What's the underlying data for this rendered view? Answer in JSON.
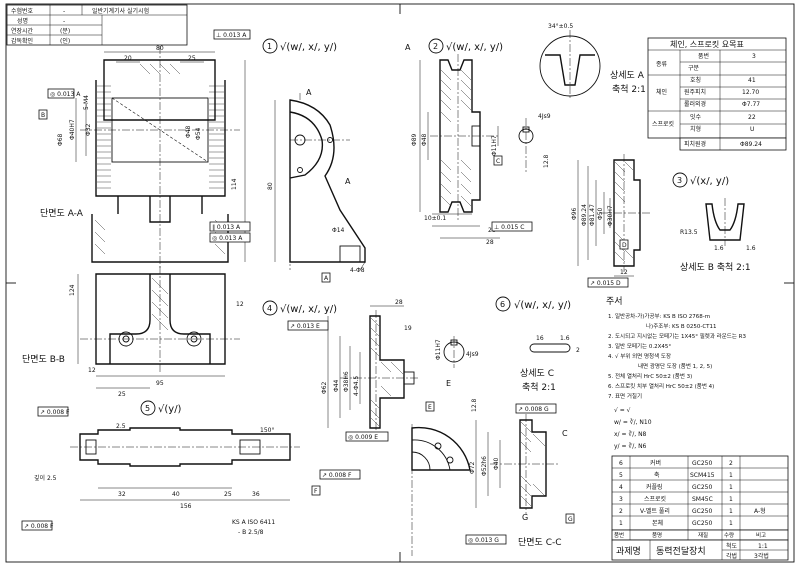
{
  "info_table": [
    {
      "label": "수험번호",
      "value": "-",
      "title": "일반기계기사 실기시험"
    },
    {
      "label": "성명",
      "value": "-"
    },
    {
      "label": "연장시간",
      "value": "(분)"
    },
    {
      "label": "감독확인",
      "value": "(인)"
    }
  ],
  "balloons": {
    "b1": "1",
    "b2": "2",
    "b3": "3",
    "b4": "4",
    "b5": "5",
    "b6": "6"
  },
  "finish_marks": {
    "m1": "√(w/, x/, y/)",
    "m2": "√(w/, x/, y/)",
    "m3": "√(x/, y/)",
    "m4": "√(w/, x/, y/)",
    "m5": "√(y/)",
    "m6": "√(w/, x/, y/)"
  },
  "section_labels": {
    "aa": "단면도 A-A",
    "bb": "단면도 B-B",
    "cc": "단면도 C-C",
    "detail_a": "상세도 A",
    "detail_a_scale": "축척 2:1",
    "detail_b": "상세도 B 축척 2:1",
    "detail_c": "상세도 C",
    "detail_c_scale": "축척 2:1"
  },
  "view_letters": {
    "a": "A",
    "b": "B",
    "c": "C",
    "d": "D",
    "e": "E",
    "f": "F",
    "g": "G"
  },
  "sprocket_table": {
    "title": "체인, 스프로킷 요목표",
    "r1": {
      "a": "종류",
      "b": "구분",
      "c": "품번",
      "d": "3"
    },
    "r2": {
      "a": "체인",
      "b": "호칭",
      "d": "41"
    },
    "r3": {
      "b": "원주피치",
      "d": "12.70"
    },
    "r4": {
      "b": "롤러외경",
      "d": "Φ7.77"
    },
    "r5": {
      "a": "스프로킷",
      "b": "잇수",
      "d": "22"
    },
    "r6": {
      "b": "치형",
      "d": "U"
    },
    "r7": {
      "b": "피치원경",
      "d": "Φ89.24"
    }
  },
  "notes": {
    "title": "주서",
    "n1": "1. 일반공차-가)가공부: KS B ISO 2768-m",
    "n2": "나)주조부: KS B 0250-CT11",
    "n3": "2. 도시되고 지시없는 모떼기는 1X45° 필렛과 라운드는 R3",
    "n4": "3. 일반 모떼기는 0.2X45°",
    "n5": "4. √ 부위 외면 명청색 도장",
    "n6": "내면 광명단 도장 (품번 1, 2, 5)",
    "n7": "5. 전체 열처리 HrC 50±2 (품번 3)",
    "n8": "6. 스프로킷 치부 열처리 HrC 50±2 (품번 4)",
    "n9": "7. 표면 거칠기",
    "r1": "√ = √",
    "r2": "w/ = ∛/, N10",
    "r3": "x/ = ∛/, N8",
    "r4": "y/ = ∛/, N6"
  },
  "parts_list": {
    "rows": [
      {
        "no": "6",
        "name": "커버",
        "mat": "GC250",
        "qty": "2",
        "rem": ""
      },
      {
        "no": "5",
        "name": "축",
        "mat": "SCM415",
        "qty": "1",
        "rem": ""
      },
      {
        "no": "4",
        "name": "커플링",
        "mat": "GC250",
        "qty": "1",
        "rem": ""
      },
      {
        "no": "3",
        "name": "스프로킷",
        "mat": "SM45C",
        "qty": "1",
        "rem": ""
      },
      {
        "no": "2",
        "name": "V-벨트 풀리",
        "mat": "GC250",
        "qty": "1",
        "rem": "A-형"
      },
      {
        "no": "1",
        "name": "본체",
        "mat": "GC250",
        "qty": "1",
        "rem": ""
      }
    ],
    "header": {
      "no": "품번",
      "name": "품명",
      "mat": "재질",
      "qty": "수량",
      "rem": "비고"
    },
    "title_label": "과제명",
    "title_value": "동력전달장치",
    "scale_label": "척도",
    "scale_value": "1:1",
    "proj_label": "각법",
    "proj_value": "3각법"
  },
  "gdt": {
    "g1": "⊥ 0.013 A",
    "g2": "∥ 0.013 A",
    "g3": "◎ 0.013 A",
    "g4": "⊥ 0.015 C",
    "g5": "↗ 0.015 D",
    "g6": "↗ 0.013 E",
    "g7": "↗ 0.008 F",
    "g8": "↗ 0.008 F",
    "g9": "◎ 0.009 E",
    "g10": "↗ 0.008 G",
    "g11": "◎ 0.013 G",
    "g12": "↗ 0.008 F"
  },
  "dims": {
    "d1": "80",
    "d2": "20",
    "d3": "25",
    "d4": "114",
    "d5": "80",
    "d6": "124",
    "d7": "12",
    "d8": "95",
    "d9": "25",
    "d10": "12",
    "d11": "Φ40H7",
    "d12": "Φ32",
    "d13": "Φ54",
    "d14": "Φ48",
    "d15": "Φ68",
    "d16": "Φ14",
    "d17": "4-Φ8",
    "d18": "5-M4",
    "d19": "34°±0.5",
    "d20": "Φ89",
    "d21": "Φ48",
    "d22": "Φ11H7",
    "d23": "10±0.1",
    "d24": "26",
    "d25": "28",
    "d26": "4Js9",
    "d27": "Φ96",
    "d28": "Φ89.24",
    "d29": "Φ81.47",
    "d30": "Φ50",
    "d31": "Φ30H7",
    "d32": "12",
    "d33": "R13.5",
    "d34": "1.6",
    "d35": "Φ62",
    "d36": "Φ44",
    "d37": "Φ38H6",
    "d38": "19",
    "d39": "Φ11H7",
    "d40": "12.8",
    "d41": "2.5",
    "d42": "150°",
    "d43": "156",
    "d44": "32",
    "d45": "40",
    "d46": "25",
    "d47": "36",
    "d48": "KS A ISO 6411",
    "d49": "- B 2.5/8",
    "d50": "4-Φ4.5",
    "d51": "Φ52h6",
    "d52": "Φ40",
    "d53": "Φ72",
    "d54": "깊이 2.5",
    "d55": "16",
    "d56": "2"
  }
}
